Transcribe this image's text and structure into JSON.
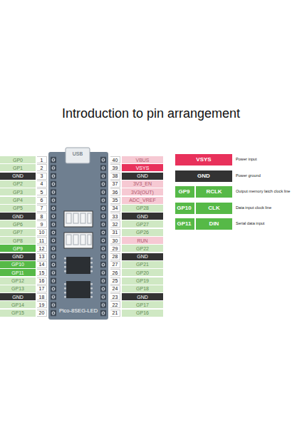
{
  "diagram": {
    "title": "Introduction to pin arrangement",
    "labels": [
      "GP0",
      "1",
      "40",
      "VBUS",
      "GP1",
      "2",
      "39",
      "VSYS",
      "GND",
      "3",
      "38",
      "GND",
      "GP2",
      "4",
      "37",
      "3V3_EN",
      "GP3",
      "5",
      "36",
      "3V3(OUT)",
      "GP4",
      "6",
      "35",
      "ADC_VREF",
      "GP5",
      "7",
      "34",
      "GP28",
      "GND",
      "8",
      "33",
      "GND",
      "GP6",
      "9",
      "32",
      "GP27",
      "GP7",
      "10",
      "31",
      "GP26",
      "GP8",
      "11",
      "30",
      "RUN",
      "GP9",
      "12",
      "29",
      "GP22",
      "GND",
      "13",
      "28",
      "GND",
      "GP10",
      "14",
      "27",
      "GP21",
      "GP11",
      "15",
      "26",
      "GP20",
      "GP12",
      "16",
      "25",
      "GP19",
      "GP13",
      "17",
      "24",
      "GP18",
      "GND",
      "18",
      "23",
      "GND",
      "GP14",
      "19",
      "22",
      "GP17",
      "GP15",
      "20",
      "21",
      "GP16",
      "USB",
      "Pico-8SEG-LED",
      "VSYS",
      "GND",
      "GP9",
      "RCLK",
      "GP10",
      "CLK",
      "GP11",
      "DIN"
    ],
    "legend": [
      {
        "text": "Power input",
        "color": "#e8315b"
      },
      {
        "text": "Power ground",
        "color": "#333333"
      },
      {
        "text": "Output memory latch clock line",
        "color": "#56b947"
      },
      {
        "text": "Data input clock line",
        "color": "#56b947"
      },
      {
        "text": "Serial data input",
        "color": "#56b947"
      }
    ]
  }
}
